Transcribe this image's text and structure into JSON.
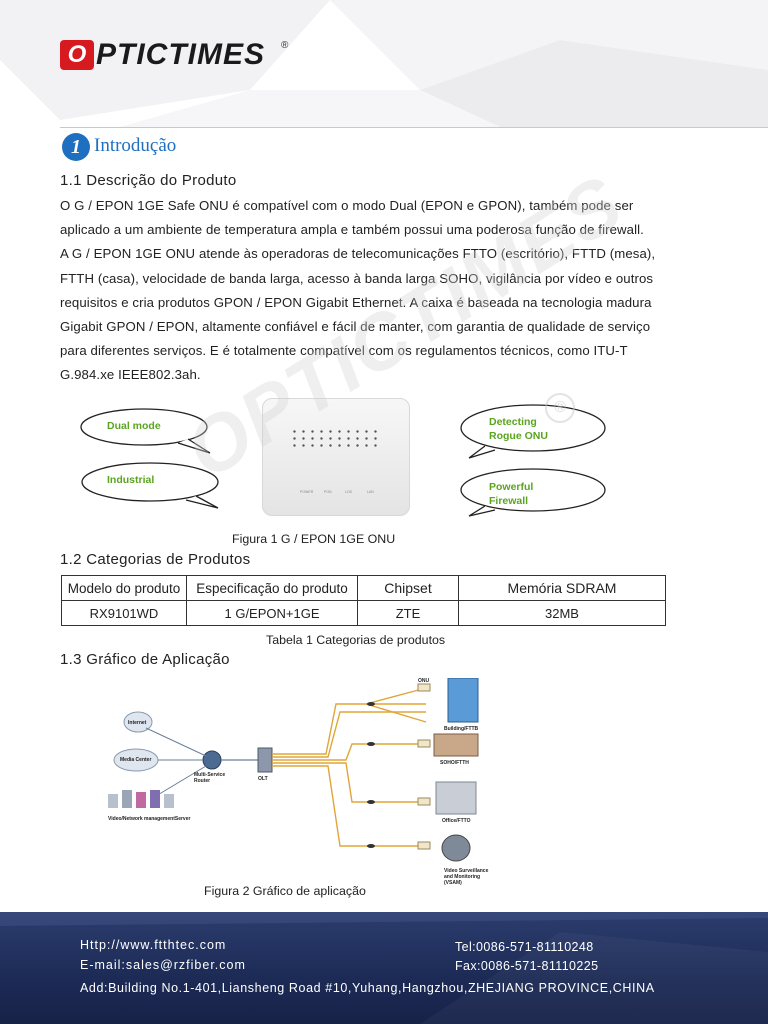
{
  "brand": {
    "logo_letter": "O",
    "logo_rest": "PTICTIMES",
    "registered": "®",
    "red": "#d71920",
    "blue": "#1f6fc0"
  },
  "section": {
    "number": "1",
    "title": "Introdução"
  },
  "s11": {
    "num": "1.1",
    "title": "Descrição do Produto",
    "lines": [
      "O G / EPON 1GE Safe ONU é compatível com o modo Dual (EPON e GPON), também pode ser",
      "aplicado a um ambiente de temperatura ampla e também possui uma poderosa função de firewall.",
      "A G / EPON 1GE ONU atende às operadoras de telecomunicações FTTO (escritório), FTTD (mesa),",
      "FTTH (casa), velocidade de banda larga, acesso à banda larga SOHO, vigilância por vídeo e outros",
      "requisitos e cria produtos GPON / EPON Gigabit Ethernet. A caixa é baseada na tecnologia madura",
      "Gigabit GPON / EPON, altamente confiável e fácil de manter, com garantia de qualidade de serviço",
      "para diferentes serviços. E é totalmente compatível com os regulamentos técnicos, como ITU-T",
      "G.984.xe IEEE802.3ah."
    ]
  },
  "figure1": {
    "bubbles": [
      "Dual mode",
      "Industrial",
      "Detecting\nRogue ONU",
      "Powerful\nFirewall"
    ],
    "led_labels": [
      "POWER",
      "PON",
      "LOS",
      "LAN"
    ],
    "caption": "Figura 1 G / EPON 1GE ONU"
  },
  "watermark": "OPTICTIMES",
  "s12": {
    "num": "1.2",
    "title": "Categorias de Produtos",
    "headers": [
      "Modelo do produto",
      "Especificação do produto",
      "Chipset",
      "Memória SDRAM"
    ],
    "rows": [
      [
        "RX9101WD",
        "1 G/EPON+1GE",
        "ZTE",
        "32MB"
      ]
    ],
    "caption": "Tabela 1 Categorias de produtos"
  },
  "s13": {
    "num": "1.3",
    "title": "Gráfico de Aplicação",
    "labels": {
      "internet": "Internet",
      "media": "Media Center",
      "router": "Multi-Service\nRouter",
      "server": "Video/Network managementServer",
      "olt": "OLT",
      "building": "Building/FTTB",
      "soho": "SOHO/FTTH",
      "office": "Office/FTTO",
      "vsam": "Video Surveillance\nand Monitoring\n(VSAM)",
      "onu": "ONU"
    },
    "caption": "Figura 2 Gráfico de aplicação"
  },
  "footer": {
    "http": "Http://www.ftthtec.com",
    "email": "E-mail:sales@rzfiber.com",
    "tel": "Tel:0086-571-81110248",
    "fax": "Fax:0086-571-81110225",
    "address": "Add:Building No.1-401,Liansheng Road #10,Yuhang,Hangzhou,ZHEJIANG PROVINCE,CHINA"
  }
}
